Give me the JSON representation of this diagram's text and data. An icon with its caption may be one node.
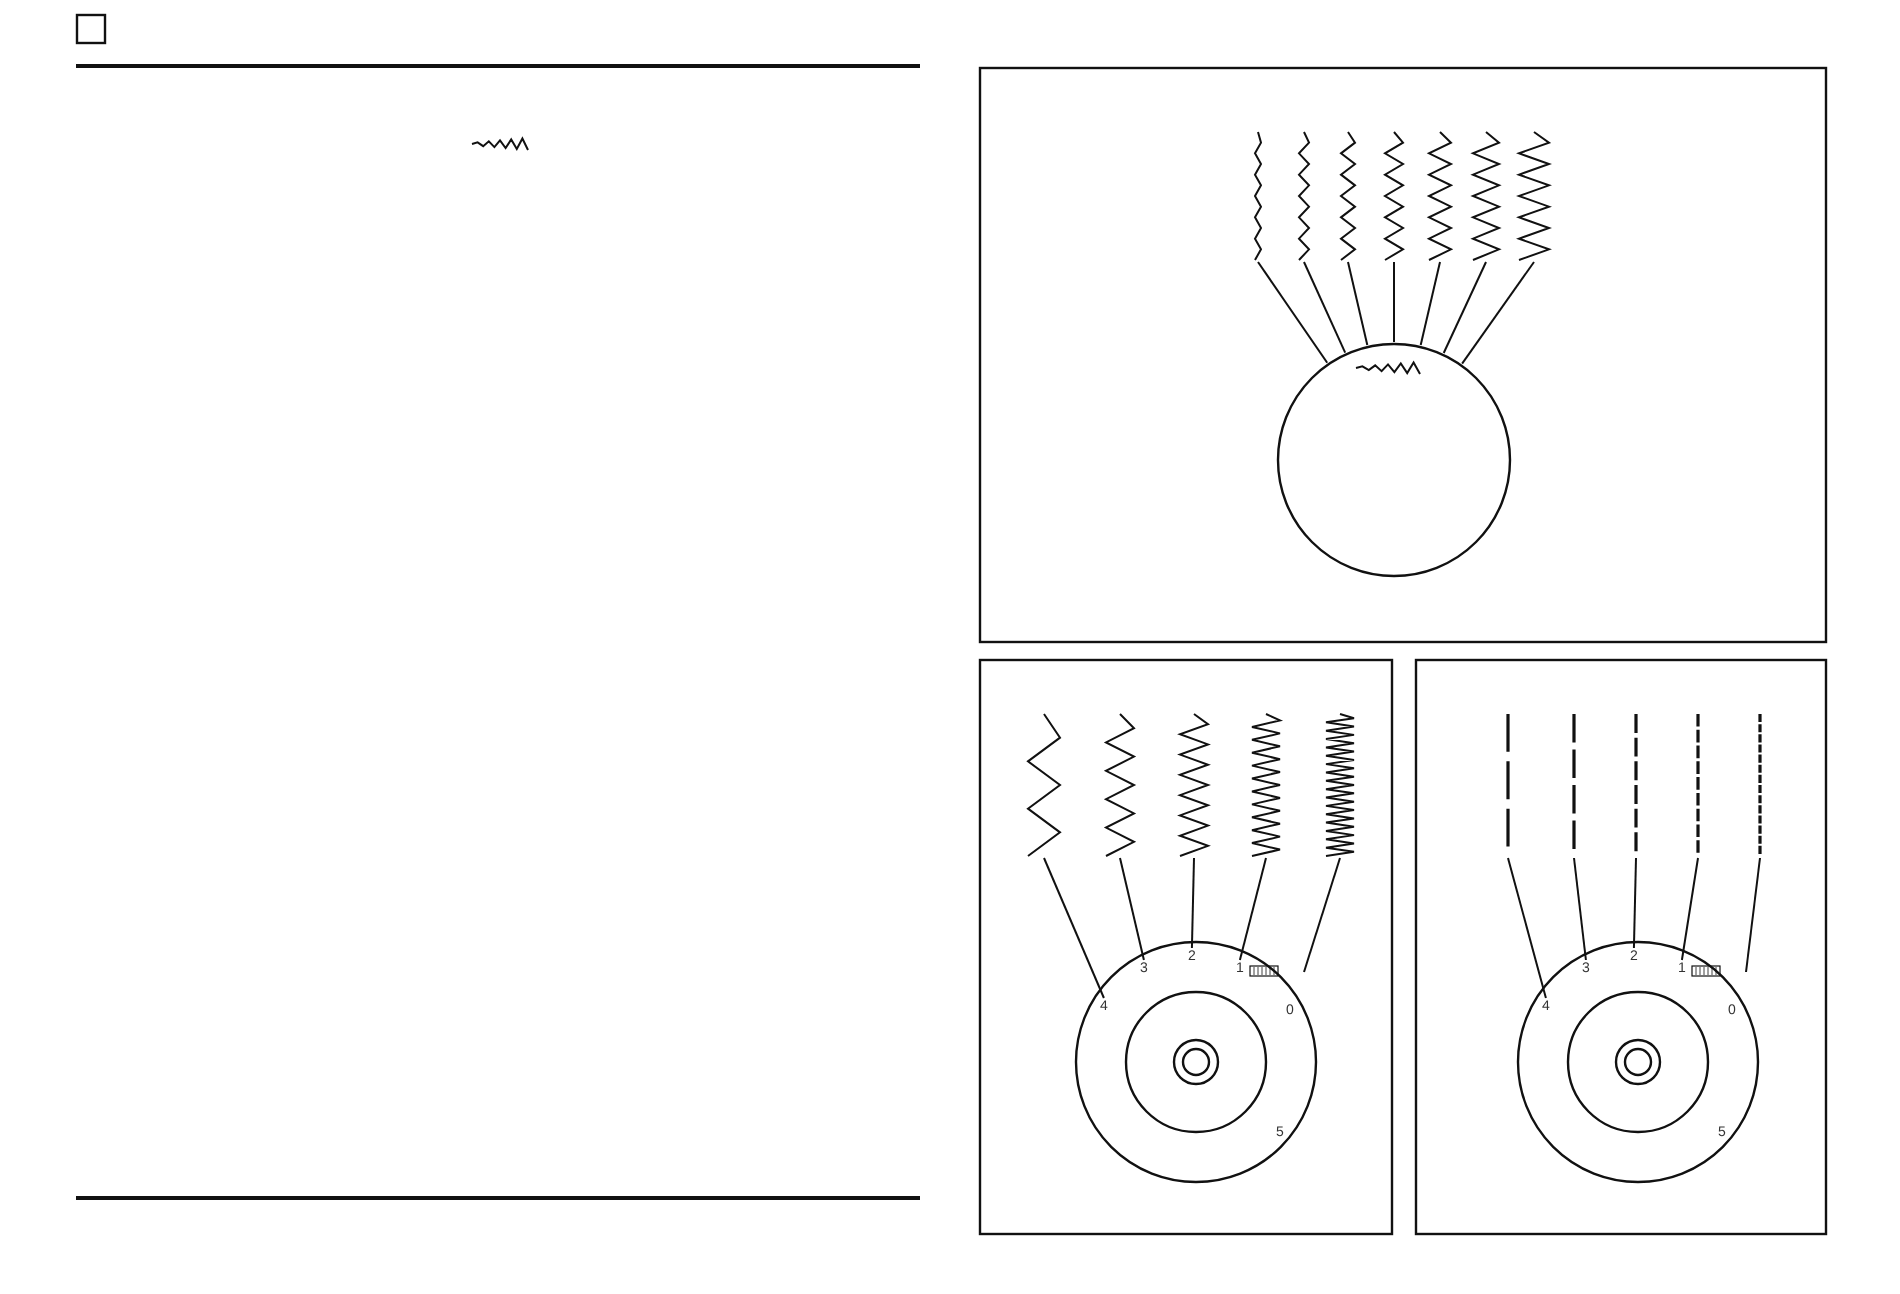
{
  "diagram": {
    "nodes": [
      {
        "text": [],
        "shape": "zigzag"
      },
      {
        "text": [],
        "shape": "zigzag"
      },
      {
        "text": [],
        "shape": "zigzag"
      },
      {
        "text": [],
        "shape": "zigzag"
      },
      {
        "text": [],
        "shape": "zigzag"
      },
      {
        "text": [],
        "shape": "zigzag"
      },
      {
        "text": [],
        "shape": "zigzag"
      },
      {
        "text": [],
        "shape": "circle"
      },
      {
        "text": [],
        "shape": "zigzag"
      },
      {
        "text": [],
        "shape": "zigzag"
      },
      {
        "text": [],
        "shape": "zigzag"
      },
      {
        "text": [],
        "shape": "zigzag"
      },
      {
        "text": [],
        "shape": "zigzag"
      },
      {
        "text": [
          "4"
        ]
      },
      {
        "text": [
          "3"
        ]
      },
      {
        "text": [
          "2"
        ]
      },
      {
        "text": [
          "1"
        ]
      },
      {
        "text": [],
        "shape": "line"
      },
      {
        "text": [],
        "shape": "line"
      },
      {
        "text": [],
        "shape": "line"
      },
      {
        "text": [],
        "shape": "line"
      },
      {
        "text": [],
        "shape": "line"
      },
      {
        "text": [
          "4"
        ]
      },
      {
        "text": [
          "3"
        ]
      },
      {
        "text": [
          "2"
        ]
      },
      {
        "text": [
          "1"
        ]
      }
    ],
    "edges": [
      {
        "from": 7,
        "to": 0,
        "arrow": "none"
      },
      {
        "from": 7,
        "to": 1,
        "arrow": "none"
      },
      {
        "from": 7,
        "to": 2,
        "arrow": "none"
      },
      {
        "from": 7,
        "to": 3,
        "arrow": "none"
      },
      {
        "from": 7,
        "to": 4,
        "arrow": "none"
      },
      {
        "from": 7,
        "to": 5,
        "arrow": "none"
      },
      {
        "from": 7,
        "to": 6,
        "arrow": "none"
      },
      {
        "from": 13,
        "to": 8,
        "arrow": "none"
      },
      {
        "from": 14,
        "to": 9,
        "arrow": "none"
      },
      {
        "from": 15,
        "to": 10,
        "arrow": "none"
      },
      {
        "from": 16,
        "to": 11,
        "arrow": "none"
      },
      {
        "from": null,
        "to": 12,
        "arrow": "none"
      },
      {
        "from": 22,
        "to": 17,
        "arrow": "none"
      },
      {
        "from": 23,
        "to": 18,
        "arrow": "none"
      },
      {
        "from": 24,
        "to": 19,
        "arrow": "none"
      },
      {
        "from": 25,
        "to": 20,
        "arrow": "none"
      },
      {
        "from": null,
        "to": 21,
        "arrow": "none"
      }
    ],
    "labels": [
      "0",
      "5",
      "0",
      "5"
    ]
  }
}
